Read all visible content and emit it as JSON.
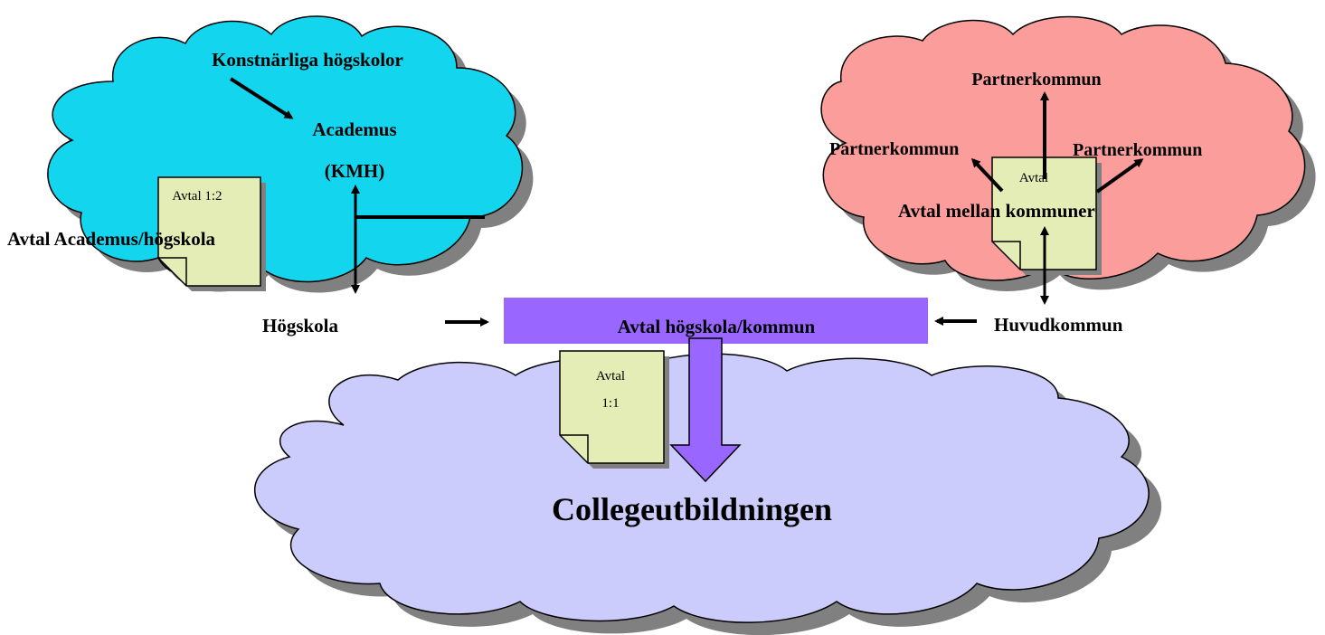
{
  "colors": {
    "cloud_left": "#13d6ee",
    "cloud_right": "#fb9d9a",
    "cloud_bottom": "#ccccfc",
    "shadow": "#808080",
    "banner": "#9966ff",
    "big_arrow": "#9966ff",
    "document": "#e3edb5"
  },
  "left_cloud": {
    "top_label": "Konstnärliga högskolor",
    "center_label_line1": "Academus",
    "center_label_line2": "(KMH)",
    "document_label": "Avtal 1:2",
    "agreement_label": "Avtal Academus/högskola"
  },
  "right_cloud": {
    "top_label": "Partnerkommun",
    "left_label": "Partnerkommun",
    "right_label": "Partnerkommun",
    "document_label": "Avtal",
    "agreement_label": "Avtal mellan kommuner"
  },
  "middle_row": {
    "left_label": "Högskola",
    "banner_label": "Avtal högskola/kommun",
    "right_label": "Huvudkommun"
  },
  "bottom_cloud": {
    "document_line1": "Avtal",
    "document_line2": "1:1",
    "title": "Collegeutbildningen"
  }
}
